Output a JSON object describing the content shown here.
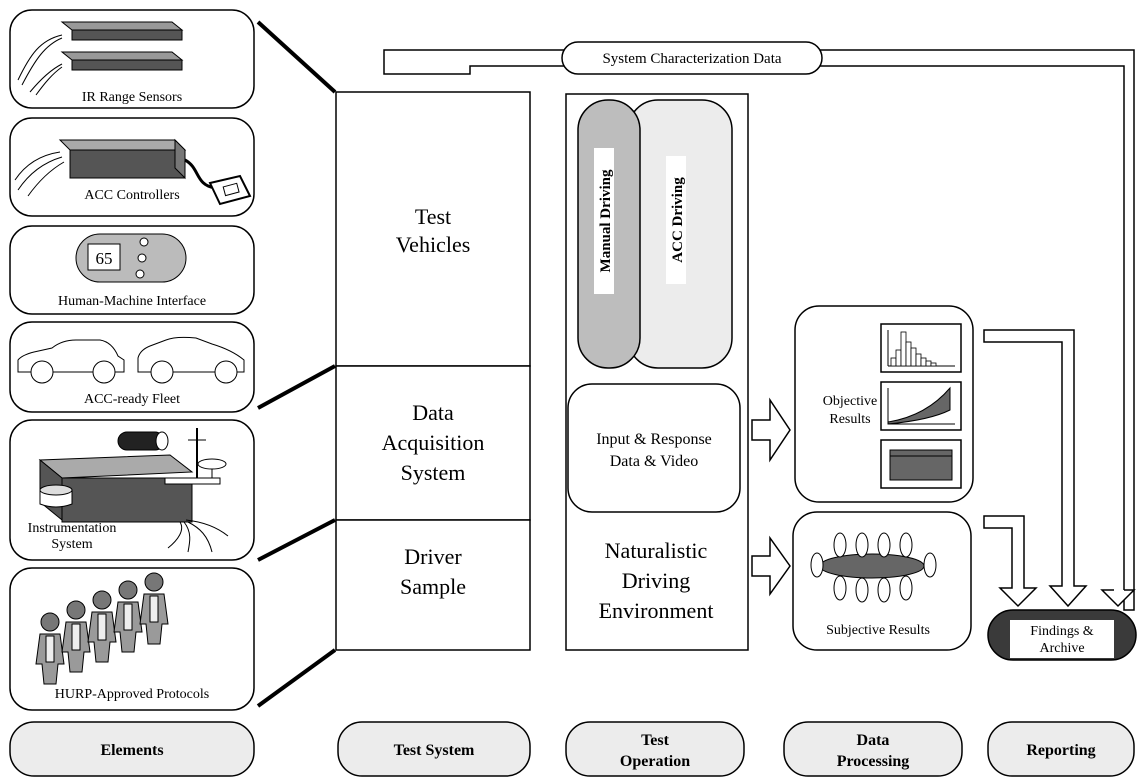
{
  "elements": {
    "ir_sensors": "IR Range Sensors",
    "acc_controllers": "ACC Controllers",
    "hmi": "Human-Machine Interface",
    "hmi_display": "65",
    "fleet": "ACC-ready Fleet",
    "instrumentation": [
      "Instrumentation",
      "System"
    ],
    "protocols": "HURP-Approved Protocols"
  },
  "test_system": {
    "vehicles": [
      "Test",
      "Vehicles"
    ],
    "daq": [
      "Data",
      "Acquisition",
      "System"
    ],
    "driver_sample": [
      "Driver",
      "Sample"
    ]
  },
  "test_operation": {
    "manual_driving": "Manual Driving",
    "acc_driving": "ACC Driving",
    "input_response": [
      "Input & Response",
      "Data  & Video"
    ],
    "environment": [
      "Naturalistic",
      "Driving",
      "Environment"
    ]
  },
  "data_processing": {
    "objective_results": [
      "Objective",
      "Results"
    ],
    "subjective_results": "Subjective Results"
  },
  "reporting": {
    "system_characterization": "System Characterization Data",
    "findings": [
      "Findings &",
      "Archive"
    ]
  },
  "stages": [
    [
      "Elements"
    ],
    [
      "Test System"
    ],
    [
      "Test",
      "Operation"
    ],
    [
      "Data",
      "Processing"
    ],
    [
      "Reporting"
    ]
  ],
  "colors": {
    "light_fill": "#ececec",
    "mid_fill": "#bdbdbd",
    "dark_fill": "#666666",
    "findings_fill": "#3a3a3a"
  }
}
